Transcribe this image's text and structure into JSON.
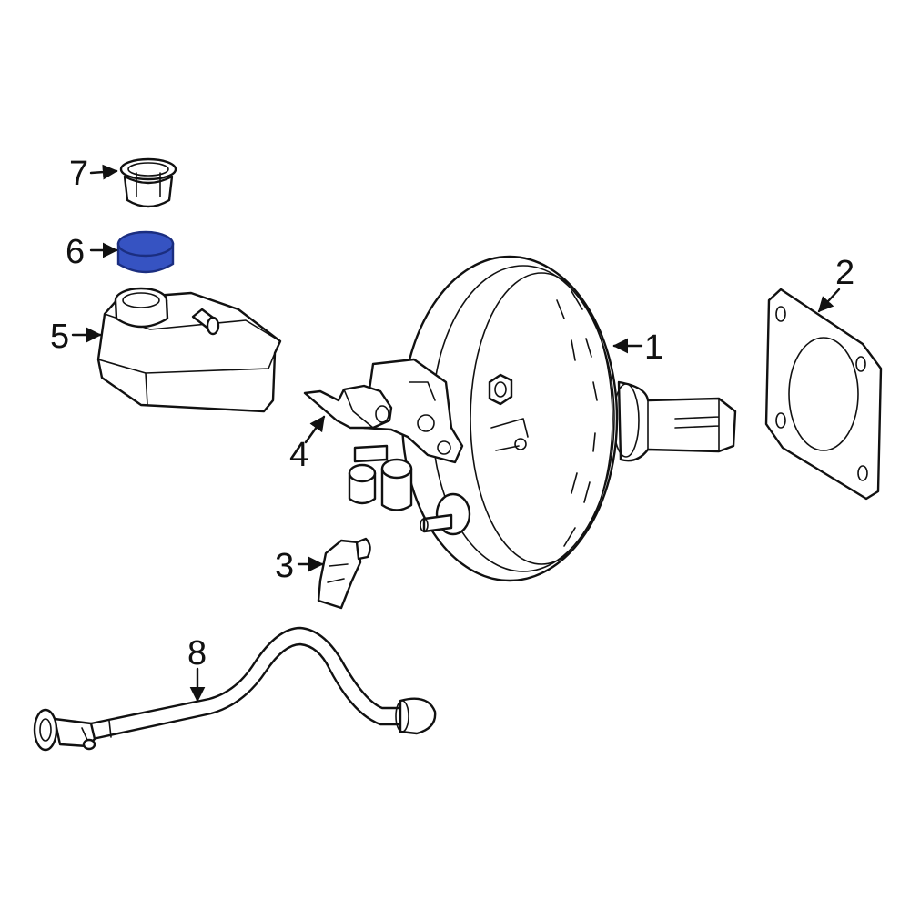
{
  "colors": {
    "line": "#111111",
    "background": "#ffffff",
    "highlight_fill": "#3653c2",
    "highlight_stroke": "#1b2e80"
  },
  "callouts": {
    "part_1": "1",
    "part_2": "2",
    "part_3": "3",
    "part_4": "4",
    "part_5": "5",
    "part_6": "6",
    "part_7": "7",
    "part_8": "8"
  },
  "highlighted_part": "6"
}
